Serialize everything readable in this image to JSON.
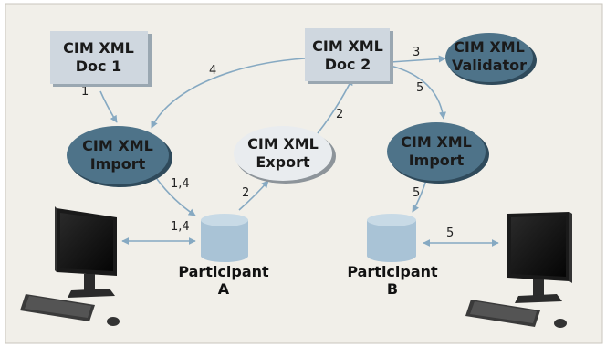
{
  "colors": {
    "background": "#f1efe9",
    "border": "#c9c6bd",
    "doc_box": "#cfd7df",
    "ellipse_dark": "#4e7389",
    "ellipse_light": "#e9ecef",
    "arrow": "#86a9c2",
    "cylinder": "#a9c3d6"
  },
  "nodes": {
    "doc1": {
      "line1": "CIM XML",
      "line2": "Doc 1"
    },
    "doc2": {
      "line1": "CIM XML",
      "line2": "Doc 2"
    },
    "validator": {
      "line1": "CIM XML",
      "line2": "Validator"
    },
    "import_a": {
      "line1": "CIM XML",
      "line2": "Import"
    },
    "export": {
      "line1": "CIM XML",
      "line2": "Export"
    },
    "import_b": {
      "line1": "CIM XML",
      "line2": "Import"
    }
  },
  "participants": {
    "a": {
      "line1": "Participant",
      "line2": "A"
    },
    "b": {
      "line1": "Participant",
      "line2": "B"
    }
  },
  "edge_labels": {
    "doc1_to_import": "1",
    "doc2_to_import": "4",
    "import_to_db_a": "1,4",
    "computer_a_db": "1,4",
    "db_a_to_export": "2",
    "export_to_doc2": "2",
    "doc2_to_validator": "3",
    "doc2_to_import_b": "5",
    "import_b_to_db_b": "5",
    "db_b_computer_b": "5"
  },
  "icons": [
    "desktop-computer-icon",
    "database-icon",
    "document-icon"
  ]
}
